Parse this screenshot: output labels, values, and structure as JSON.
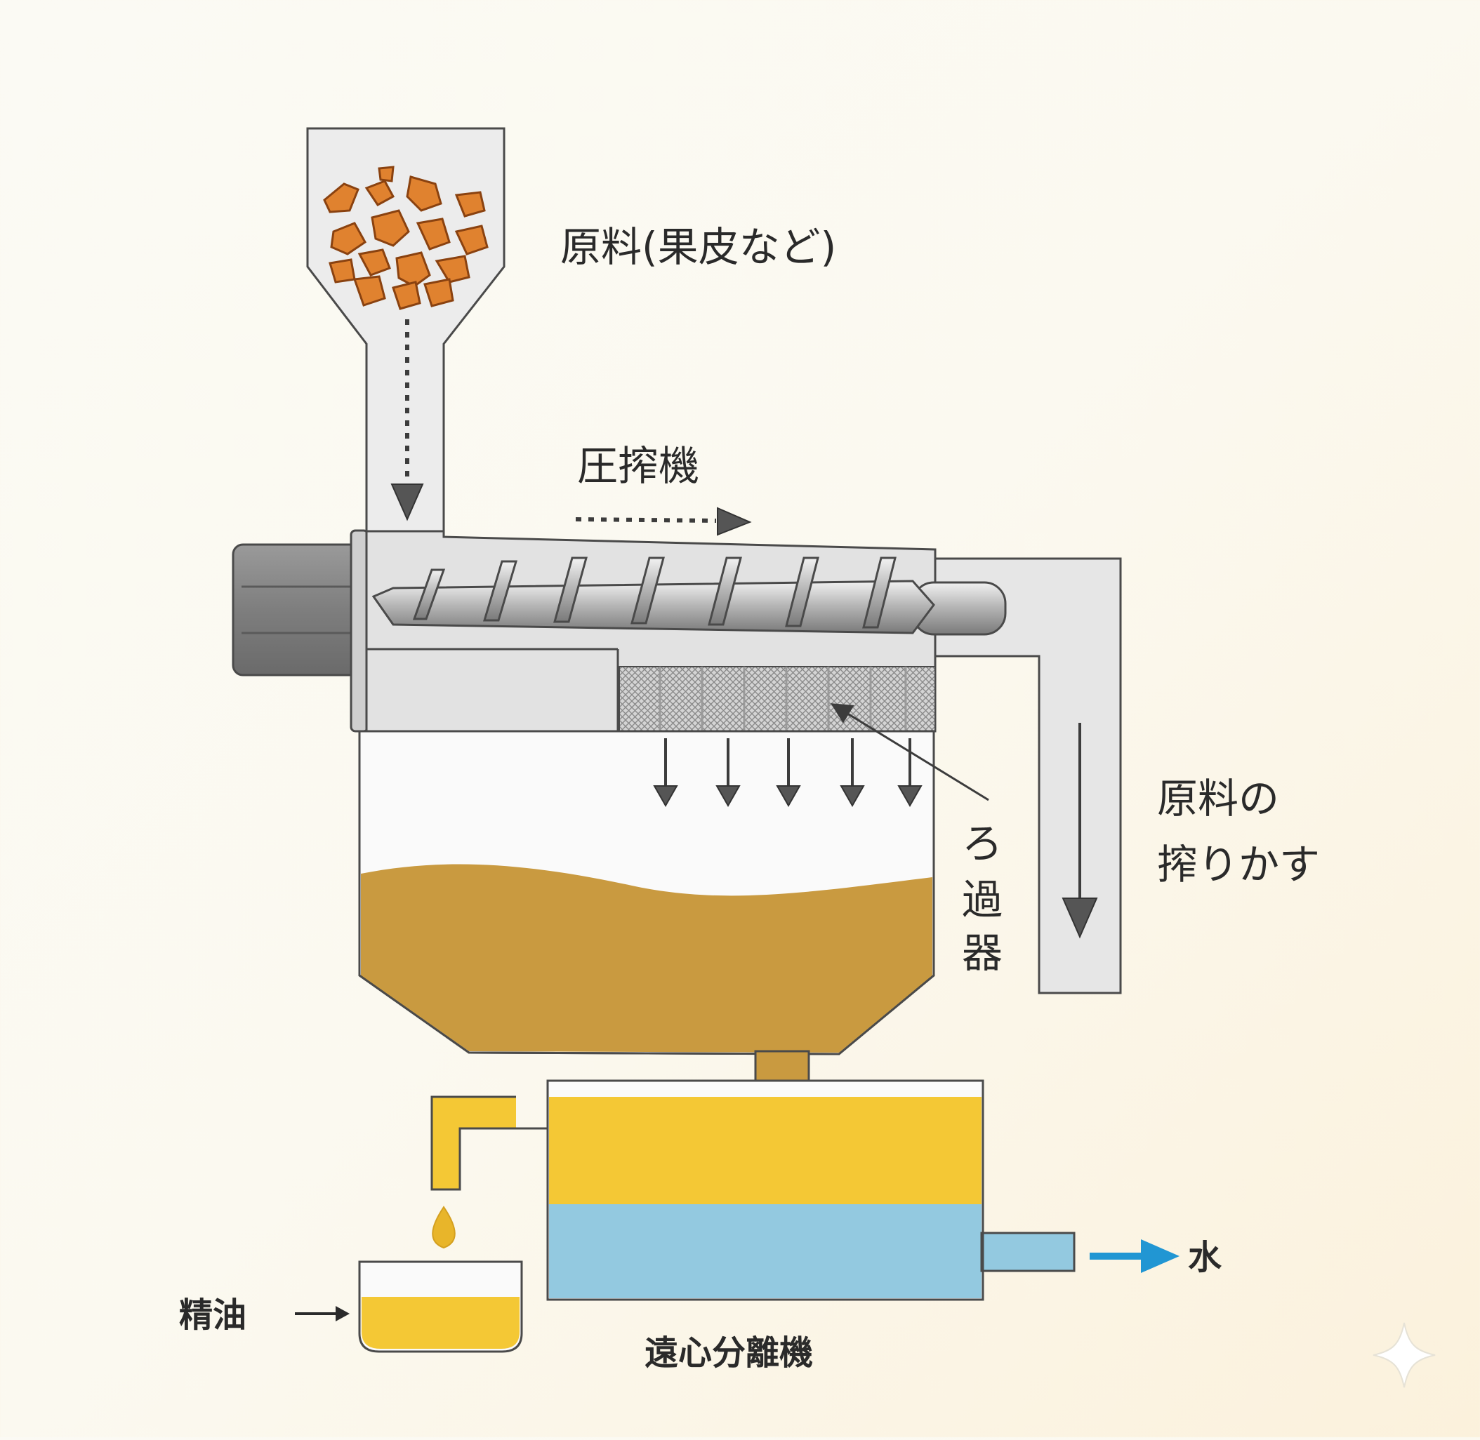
{
  "labels": {
    "raw_material": "原料(果皮など)",
    "press": "圧搾機",
    "residue_line1": "原料の",
    "residue_line2": "搾りかす",
    "filter_c1": "ろ",
    "filter_c2": "過",
    "filter_c3": "器",
    "water": "水",
    "essential_oil": "精油",
    "centrifuge": "遠心分離機"
  },
  "colors": {
    "machine_fill": "#e6e6e6",
    "machine_stroke": "#4a4a4a",
    "oil_mix": "#c99a40",
    "oil_yellow": "#f4c835",
    "water_blue": "#93c9e0",
    "peel": "#e0822f",
    "arrow_dark": "#555555",
    "arrow_blue": "#2196d3"
  },
  "icons": {
    "sparkle": "sparkle-icon"
  }
}
